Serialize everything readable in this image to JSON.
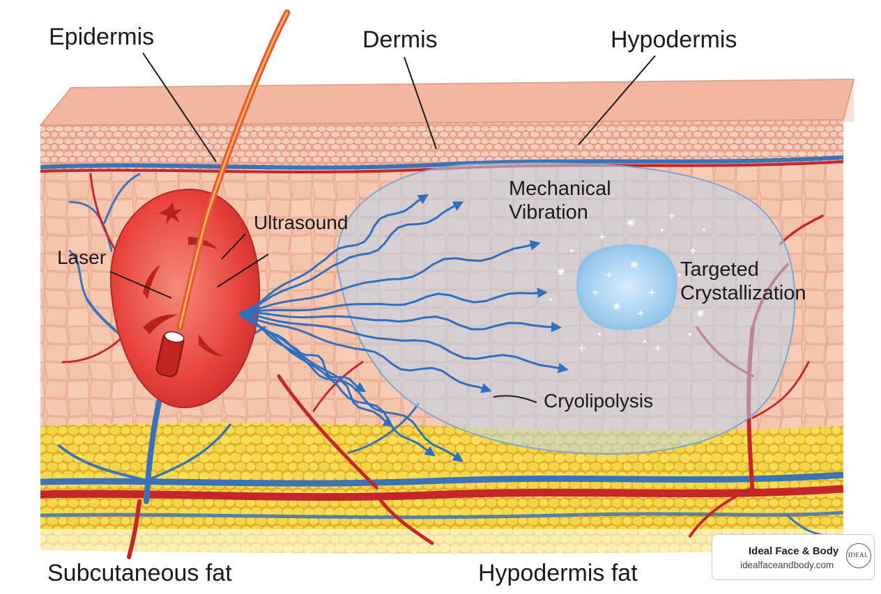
{
  "labels": {
    "epidermis": "Epidermis",
    "dermis": "Dermis",
    "hypodermis": "Hypodermis",
    "ultrasound": "Ultrasound",
    "laser": "Laser",
    "mechanical_vibration": "Mechanical\nVibration",
    "targeted_crystallization": "Targeted\nCrystallization",
    "cryolipolysis": "Cryolipolysis",
    "subcutaneous_fat": "Subcutaneous fat",
    "hypodermis_fat": "Hypodermis fat"
  },
  "badge": {
    "name": "Ideal Face & Body",
    "url": "idealfaceandbody.com",
    "logo_text": "IDEAL"
  },
  "colors": {
    "skin_surface": "#f2b8a2",
    "epidermis_cells": "#f6c6b4",
    "dermis": "#f3bfa6",
    "fat": "#f5d548",
    "artery": "#c4262b",
    "vein": "#3a73b8",
    "laser_zone": "#e8433c",
    "wave": "#2f6fc0",
    "crystal": "#a9d6f2"
  }
}
